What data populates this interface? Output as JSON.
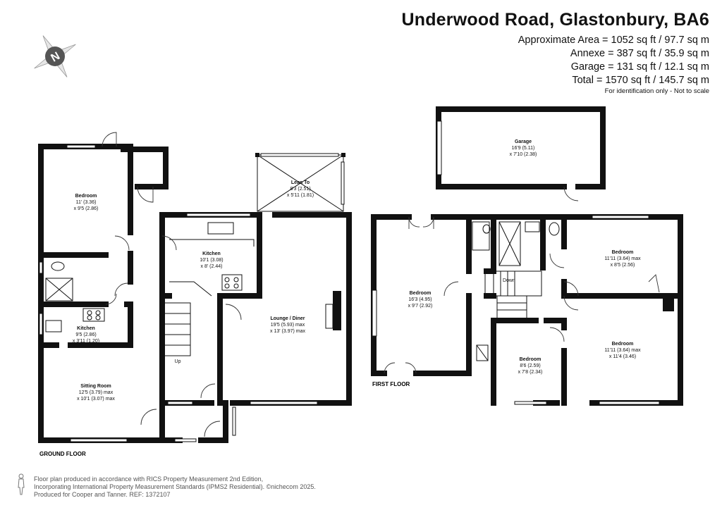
{
  "header": {
    "title": "Underwood Road, Glastonbury, BA6",
    "approx_area": "Approximate Area = 1052 sq ft / 97.7 sq m",
    "annexe": "Annexe = 387 sq ft / 35.9 sq m",
    "garage": "Garage = 131 sq ft / 12.1 sq m",
    "total": "Total = 1570 sq ft / 145.7 sq m",
    "disclaimer": "For identification only - Not to scale"
  },
  "compass": {
    "letter": "N",
    "icon": "compass-icon"
  },
  "floors": {
    "ground": "GROUND FLOOR",
    "first": "FIRST FLOOR"
  },
  "rooms": {
    "bedroom_annexe": {
      "name": "Bedroom",
      "dim1": "11' (3.36)",
      "dim2": "x 9'5 (2.86)"
    },
    "kitchen_annexe": {
      "name": "Kitchen",
      "dim1": "9'5 (2.86)",
      "dim2": "x 3'11 (1.20)"
    },
    "sitting_room": {
      "name": "Sitting Room",
      "dim1": "12'5 (3.79) max",
      "dim2": "x 10'1 (3.07) max"
    },
    "kitchen": {
      "name": "Kitchen",
      "dim1": "10'1 (3.08)",
      "dim2": "x 8' (2.44)"
    },
    "lean_to": {
      "name": "Lean To",
      "dim1": "8'3 (2.51)",
      "dim2": "x 5'11 (1.81)"
    },
    "lounge": {
      "name": "Lounge / Diner",
      "dim1": "19'5 (5.93) max",
      "dim2": "x 13' (3.97) max"
    },
    "garage": {
      "name": "Garage",
      "dim1": "16'9 (5.11)",
      "dim2": "x 7'10 (2.38)"
    },
    "bedroom_ff1": {
      "name": "Bedroom",
      "dim1": "16'3 (4.95)",
      "dim2": "x 9'7 (2.92)"
    },
    "bedroom_ff2": {
      "name": "Bedroom",
      "dim1": "11'11 (3.64) max",
      "dim2": "x 8'5 (2.56)"
    },
    "bedroom_ff3": {
      "name": "Bedroom",
      "dim1": "11'11 (3.64) max",
      "dim2": "x 11'4 (3.46)"
    },
    "bedroom_ff4": {
      "name": "Bedroom",
      "dim1": "8'6 (2.59)",
      "dim2": "x 7'8 (2.34)"
    }
  },
  "stairs": {
    "up": "Up",
    "down": "Down"
  },
  "footer": {
    "line1": "Floor plan produced in accordance with RICS Property Measurement 2nd Edition,",
    "line2": "Incorporating International Property Measurement Standards (IPMS2 Residential). ©nichecom 2025.",
    "line3": "Produced for Cooper and Tanner.   REF: 1372107"
  }
}
